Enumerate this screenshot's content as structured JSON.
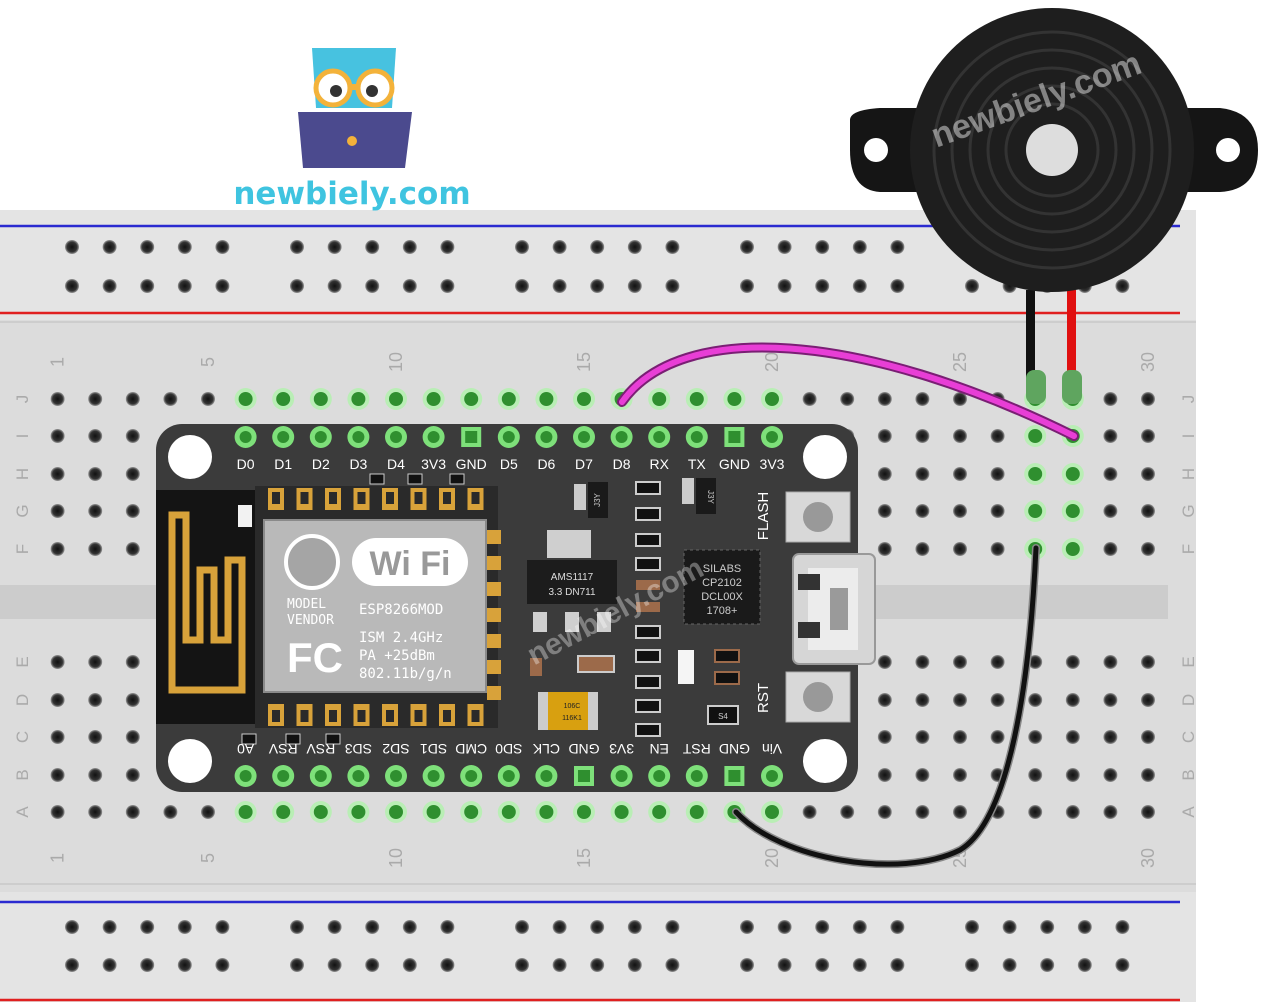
{
  "brand": {
    "logo_text": "newbiely.com",
    "watermark": "newbiely.com"
  },
  "breadboard": {
    "row_labels_top": [
      "J",
      "I",
      "H",
      "G",
      "F"
    ],
    "row_labels_bottom": [
      "E",
      "D",
      "C",
      "B",
      "A"
    ],
    "column_numbers": [
      "1",
      "5",
      "10",
      "15",
      "20",
      "25",
      "30"
    ]
  },
  "board": {
    "top_pins": [
      "D0",
      "D1",
      "D2",
      "D3",
      "D4",
      "3V3",
      "GND",
      "D5",
      "D6",
      "D7",
      "D8",
      "RX",
      "TX",
      "GND",
      "3V3"
    ],
    "bottom_pins": [
      "A0",
      "RSV",
      "RSV",
      "SD3",
      "SD2",
      "SD1",
      "CMD",
      "SD0",
      "CLK",
      "GND",
      "3V3",
      "EN",
      "RST",
      "GND",
      "Vin"
    ],
    "module": {
      "wifi": "Wi Fi",
      "model": "MODEL",
      "vendor": "VENDOR",
      "name": "ESP8266MOD",
      "ism": "ISM 2.4GHz",
      "pa": "PA  +25dBm",
      "std": "802.11b/g/n",
      "fc": "FC"
    },
    "regulator": [
      "AMS1117",
      "3.3  DN711"
    ],
    "usb_chip": [
      "SILABS",
      "CP2102",
      "DCL00X",
      "1708+"
    ],
    "capacitor": [
      "106C",
      "116K1"
    ],
    "flash_label": "FLASH",
    "rst_label": "RST",
    "small_labels": [
      "J3Y",
      "J3Y",
      "S4"
    ]
  },
  "colors": {
    "wire_pink": "#e83ed6",
    "wire_black": "#111111",
    "wire_red": "#e01010",
    "pin_green": "#7ee07a",
    "board": "#3a3a3a",
    "brand_teal": "#3fc4e0"
  }
}
